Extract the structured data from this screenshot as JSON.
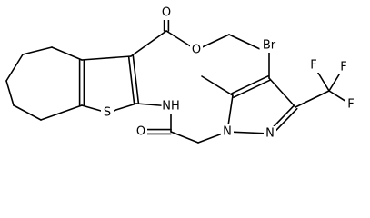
{
  "molecule": {
    "atoms": {
      "ester_o_carbonyl": "O",
      "ester_o_single": "O",
      "thiophene_s": "S",
      "amide_nh": "NH",
      "amide_o": "O",
      "bromine": "Br",
      "pyrazole_n1": "N",
      "pyrazole_n2": "N",
      "fluorine_1": "F",
      "fluorine_2": "F",
      "fluorine_3": "F"
    }
  }
}
